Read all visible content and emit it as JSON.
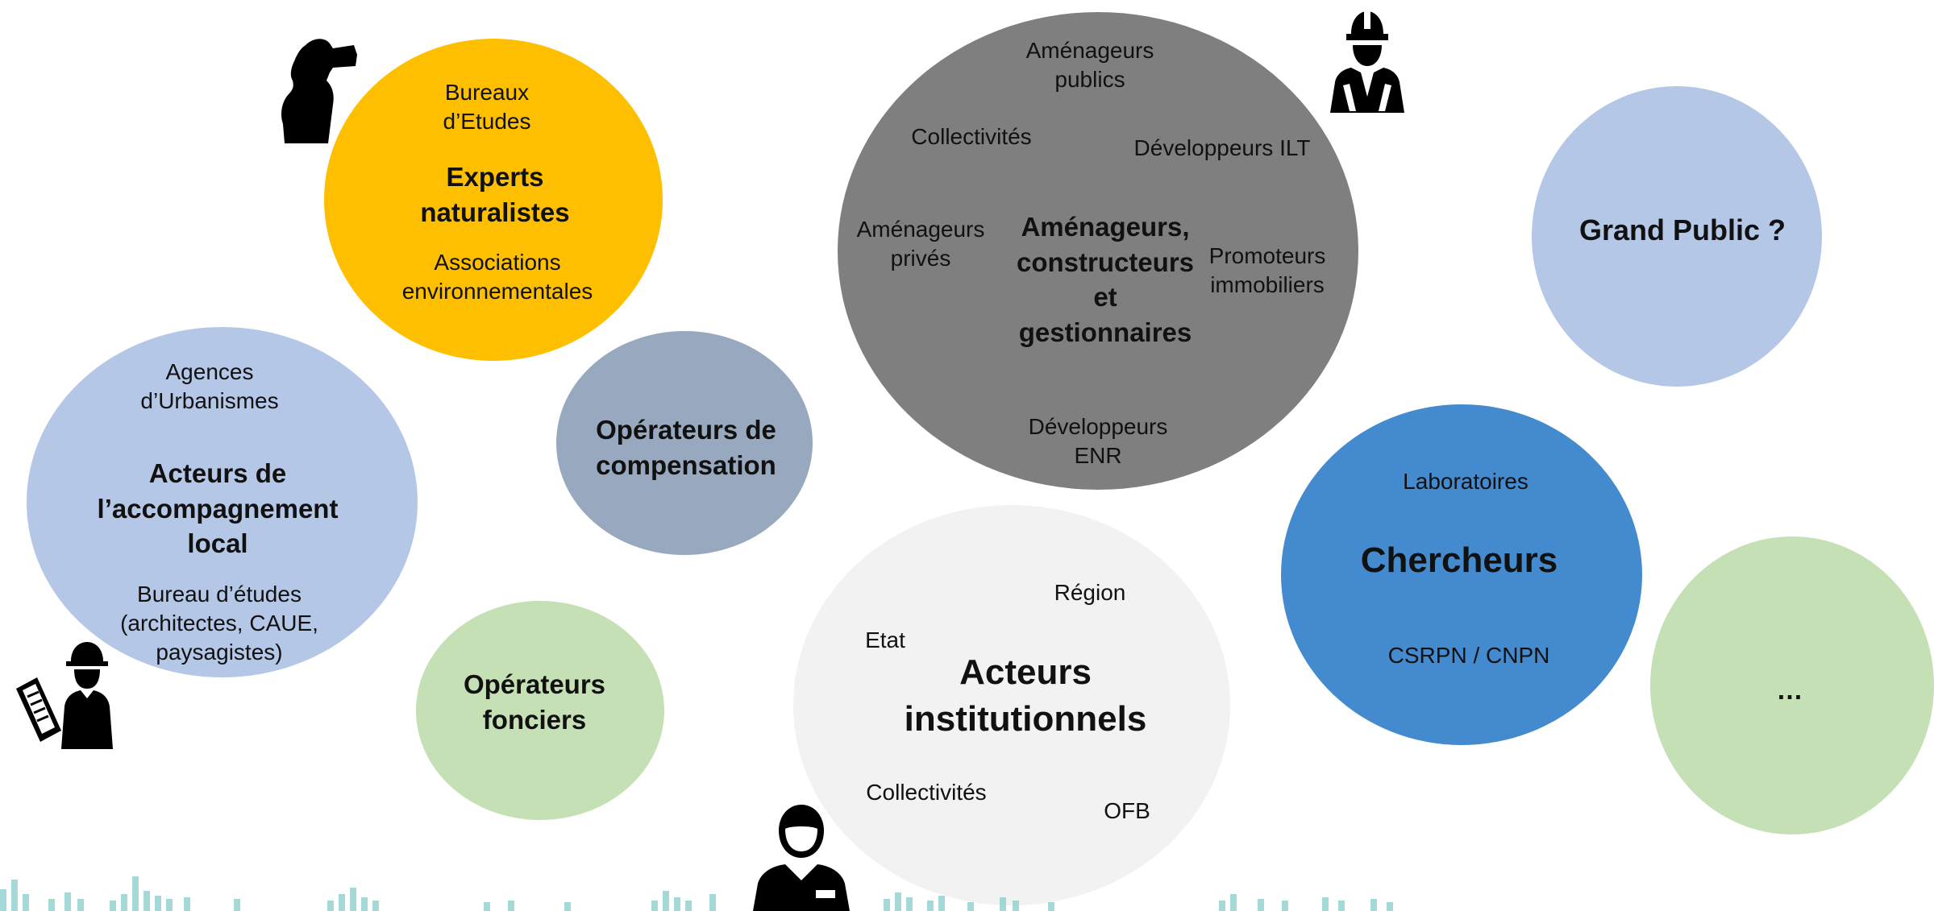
{
  "colors": {
    "yellow": "#FDBF00",
    "light_blue": "#B4C7E7",
    "slate": "#97A8BF",
    "dark_gray": "#7F7F7F",
    "light_green": "#C5E0B4",
    "very_light_gray": "#F2F2F2",
    "blue": "#448ACF",
    "teal_band": "#8FD0CE"
  },
  "experts": {
    "top": "Bureaux\nd’Etudes",
    "title": "Experts\nnaturalistes",
    "bottom": "Associations\nenvironnementales",
    "icon": "binoculars-person-icon"
  },
  "amenageurs": {
    "title": "Aménageurs,\nconstructeurs\net\ngestionnaires",
    "top": "Aménageurs\npublics",
    "collectivites": "Collectivités",
    "ilt": "Développeurs ILT",
    "prives": "Aménageurs\nprivés",
    "promoteurs": "Promoteurs\nimmobiliers",
    "enr": "Développeurs\nENR",
    "icon": "construction-worker-icon"
  },
  "grand_public": {
    "title": "Grand Public ?"
  },
  "accompagnement": {
    "top": "Agences\nd’Urbanismes",
    "title": "Acteurs de\nl’accompagnement\nlocal",
    "bottom": "Bureau d’études\n(architectes, CAUE,\npaysagistes)",
    "icon": "architect-with-plans-icon"
  },
  "compensation": {
    "title": "Opérateurs de\ncompensation"
  },
  "fonciers": {
    "title": "Opérateurs\nfonciers"
  },
  "institutionnels": {
    "title": "Acteurs\ninstitutionnels",
    "region": "Région",
    "etat": "Etat",
    "collectivites": "Collectivités",
    "ofb": "OFB",
    "icon": "official-person-icon"
  },
  "chercheurs": {
    "top": "Laboratoires",
    "title": "Chercheurs",
    "bottom": "CSRPN / CNPN"
  },
  "other": {
    "title": "…"
  }
}
